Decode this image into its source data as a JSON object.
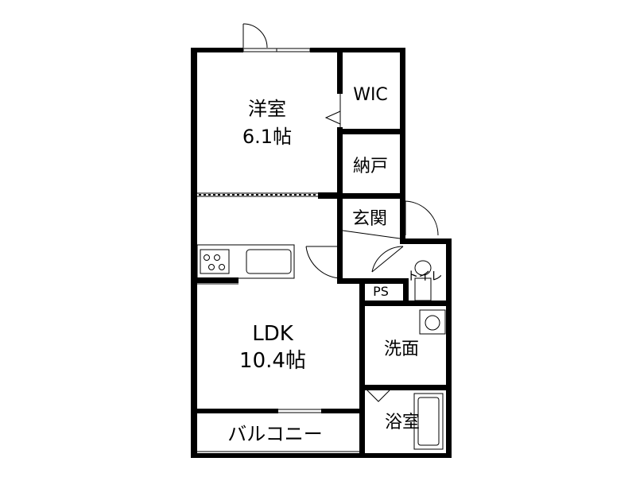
{
  "floorplan": {
    "rooms": {
      "western_room": {
        "name": "洋室",
        "size": "6.1帖"
      },
      "wic": {
        "name": "WIC"
      },
      "storage": {
        "name": "納戸"
      },
      "entrance": {
        "name": "玄関"
      },
      "toilet": {
        "name": "トイレ"
      },
      "ps": {
        "name": "PS"
      },
      "ldk": {
        "name": "LDK",
        "size": "10.4帖"
      },
      "washroom": {
        "name": "洗面"
      },
      "bathroom": {
        "name": "浴室"
      },
      "balcony": {
        "name": "バルコニー"
      }
    },
    "colors": {
      "wall": "#000000",
      "fixture": "#555555",
      "background": "#ffffff"
    }
  }
}
